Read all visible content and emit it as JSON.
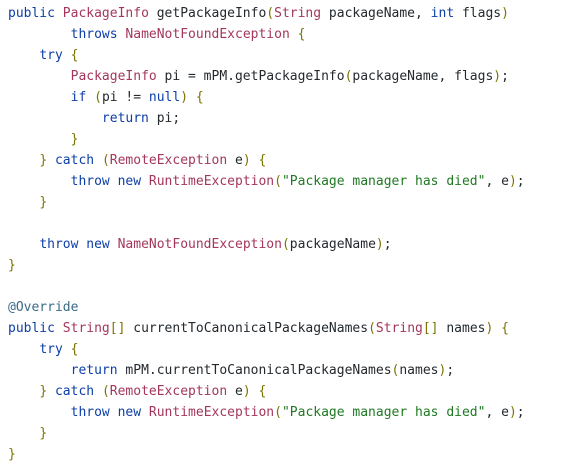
{
  "palette": {
    "background": "#ffffff",
    "keyword": "#0d3ea8",
    "type": "#a4375a",
    "punctuation": "#7a7400",
    "string": "#1f7a21",
    "annotation": "#3b6b88",
    "plain": "#24292e"
  },
  "code": {
    "lines": [
      [
        {
          "t": "public",
          "k": "keyword"
        },
        {
          "t": " ",
          "k": "plain"
        },
        {
          "t": "PackageInfo",
          "k": "type"
        },
        {
          "t": " getPackageInfo",
          "k": "plain"
        },
        {
          "t": "(",
          "k": "punct"
        },
        {
          "t": "String",
          "k": "type"
        },
        {
          "t": " packageName, ",
          "k": "plain"
        },
        {
          "t": "int",
          "k": "keyword"
        },
        {
          "t": " flags",
          "k": "plain"
        },
        {
          "t": ")",
          "k": "punct"
        }
      ],
      [
        {
          "t": "        ",
          "k": "plain"
        },
        {
          "t": "throws",
          "k": "keyword"
        },
        {
          "t": " ",
          "k": "plain"
        },
        {
          "t": "NameNotFoundException",
          "k": "type"
        },
        {
          "t": " ",
          "k": "plain"
        },
        {
          "t": "{",
          "k": "punct"
        }
      ],
      [
        {
          "t": "    ",
          "k": "plain"
        },
        {
          "t": "try",
          "k": "keyword"
        },
        {
          "t": " ",
          "k": "plain"
        },
        {
          "t": "{",
          "k": "punct"
        }
      ],
      [
        {
          "t": "        ",
          "k": "plain"
        },
        {
          "t": "PackageInfo",
          "k": "type"
        },
        {
          "t": " pi = mPM.getPackageInfo",
          "k": "plain"
        },
        {
          "t": "(",
          "k": "punct"
        },
        {
          "t": "packageName, flags",
          "k": "plain"
        },
        {
          "t": ")",
          "k": "punct"
        },
        {
          "t": ";",
          "k": "plain"
        }
      ],
      [
        {
          "t": "        ",
          "k": "plain"
        },
        {
          "t": "if",
          "k": "keyword"
        },
        {
          "t": " ",
          "k": "plain"
        },
        {
          "t": "(",
          "k": "punct"
        },
        {
          "t": "pi != ",
          "k": "plain"
        },
        {
          "t": "null",
          "k": "keyword"
        },
        {
          "t": ")",
          "k": "punct"
        },
        {
          "t": " ",
          "k": "plain"
        },
        {
          "t": "{",
          "k": "punct"
        }
      ],
      [
        {
          "t": "            ",
          "k": "plain"
        },
        {
          "t": "return",
          "k": "keyword"
        },
        {
          "t": " pi;",
          "k": "plain"
        }
      ],
      [
        {
          "t": "        ",
          "k": "plain"
        },
        {
          "t": "}",
          "k": "punct"
        }
      ],
      [
        {
          "t": "    ",
          "k": "plain"
        },
        {
          "t": "}",
          "k": "punct"
        },
        {
          "t": " ",
          "k": "plain"
        },
        {
          "t": "catch",
          "k": "keyword"
        },
        {
          "t": " ",
          "k": "plain"
        },
        {
          "t": "(",
          "k": "punct"
        },
        {
          "t": "RemoteException",
          "k": "type"
        },
        {
          "t": " e",
          "k": "plain"
        },
        {
          "t": ")",
          "k": "punct"
        },
        {
          "t": " ",
          "k": "plain"
        },
        {
          "t": "{",
          "k": "punct"
        }
      ],
      [
        {
          "t": "        ",
          "k": "plain"
        },
        {
          "t": "throw",
          "k": "keyword"
        },
        {
          "t": " ",
          "k": "plain"
        },
        {
          "t": "new",
          "k": "keyword"
        },
        {
          "t": " ",
          "k": "plain"
        },
        {
          "t": "RuntimeException",
          "k": "type"
        },
        {
          "t": "(",
          "k": "punct"
        },
        {
          "t": "\"Package manager has died\"",
          "k": "string"
        },
        {
          "t": ", e",
          "k": "plain"
        },
        {
          "t": ")",
          "k": "punct"
        },
        {
          "t": ";",
          "k": "plain"
        }
      ],
      [
        {
          "t": "    ",
          "k": "plain"
        },
        {
          "t": "}",
          "k": "punct"
        }
      ],
      [
        {
          "t": "",
          "k": "plain"
        }
      ],
      [
        {
          "t": "    ",
          "k": "plain"
        },
        {
          "t": "throw",
          "k": "keyword"
        },
        {
          "t": " ",
          "k": "plain"
        },
        {
          "t": "new",
          "k": "keyword"
        },
        {
          "t": " ",
          "k": "plain"
        },
        {
          "t": "NameNotFoundException",
          "k": "type"
        },
        {
          "t": "(",
          "k": "punct"
        },
        {
          "t": "packageName",
          "k": "plain"
        },
        {
          "t": ")",
          "k": "punct"
        },
        {
          "t": ";",
          "k": "plain"
        }
      ],
      [
        {
          "t": "}",
          "k": "punct"
        }
      ],
      [
        {
          "t": "",
          "k": "plain"
        }
      ],
      [
        {
          "t": "@Override",
          "k": "annotation"
        }
      ],
      [
        {
          "t": "public",
          "k": "keyword"
        },
        {
          "t": " ",
          "k": "plain"
        },
        {
          "t": "String",
          "k": "type"
        },
        {
          "t": "[]",
          "k": "punct"
        },
        {
          "t": " currentToCanonicalPackageNames",
          "k": "plain"
        },
        {
          "t": "(",
          "k": "punct"
        },
        {
          "t": "String",
          "k": "type"
        },
        {
          "t": "[]",
          "k": "punct"
        },
        {
          "t": " names",
          "k": "plain"
        },
        {
          "t": ")",
          "k": "punct"
        },
        {
          "t": " ",
          "k": "plain"
        },
        {
          "t": "{",
          "k": "punct"
        }
      ],
      [
        {
          "t": "    ",
          "k": "plain"
        },
        {
          "t": "try",
          "k": "keyword"
        },
        {
          "t": " ",
          "k": "plain"
        },
        {
          "t": "{",
          "k": "punct"
        }
      ],
      [
        {
          "t": "        ",
          "k": "plain"
        },
        {
          "t": "return",
          "k": "keyword"
        },
        {
          "t": " mPM.currentToCanonicalPackageNames",
          "k": "plain"
        },
        {
          "t": "(",
          "k": "punct"
        },
        {
          "t": "names",
          "k": "plain"
        },
        {
          "t": ")",
          "k": "punct"
        },
        {
          "t": ";",
          "k": "plain"
        }
      ],
      [
        {
          "t": "    ",
          "k": "plain"
        },
        {
          "t": "}",
          "k": "punct"
        },
        {
          "t": " ",
          "k": "plain"
        },
        {
          "t": "catch",
          "k": "keyword"
        },
        {
          "t": " ",
          "k": "plain"
        },
        {
          "t": "(",
          "k": "punct"
        },
        {
          "t": "RemoteException",
          "k": "type"
        },
        {
          "t": " e",
          "k": "plain"
        },
        {
          "t": ")",
          "k": "punct"
        },
        {
          "t": " ",
          "k": "plain"
        },
        {
          "t": "{",
          "k": "punct"
        }
      ],
      [
        {
          "t": "        ",
          "k": "plain"
        },
        {
          "t": "throw",
          "k": "keyword"
        },
        {
          "t": " ",
          "k": "plain"
        },
        {
          "t": "new",
          "k": "keyword"
        },
        {
          "t": " ",
          "k": "plain"
        },
        {
          "t": "RuntimeException",
          "k": "type"
        },
        {
          "t": "(",
          "k": "punct"
        },
        {
          "t": "\"Package manager has died\"",
          "k": "string"
        },
        {
          "t": ", e",
          "k": "plain"
        },
        {
          "t": ")",
          "k": "punct"
        },
        {
          "t": ";",
          "k": "plain"
        }
      ],
      [
        {
          "t": "    ",
          "k": "plain"
        },
        {
          "t": "}",
          "k": "punct"
        }
      ],
      [
        {
          "t": "}",
          "k": "punct"
        }
      ]
    ]
  }
}
